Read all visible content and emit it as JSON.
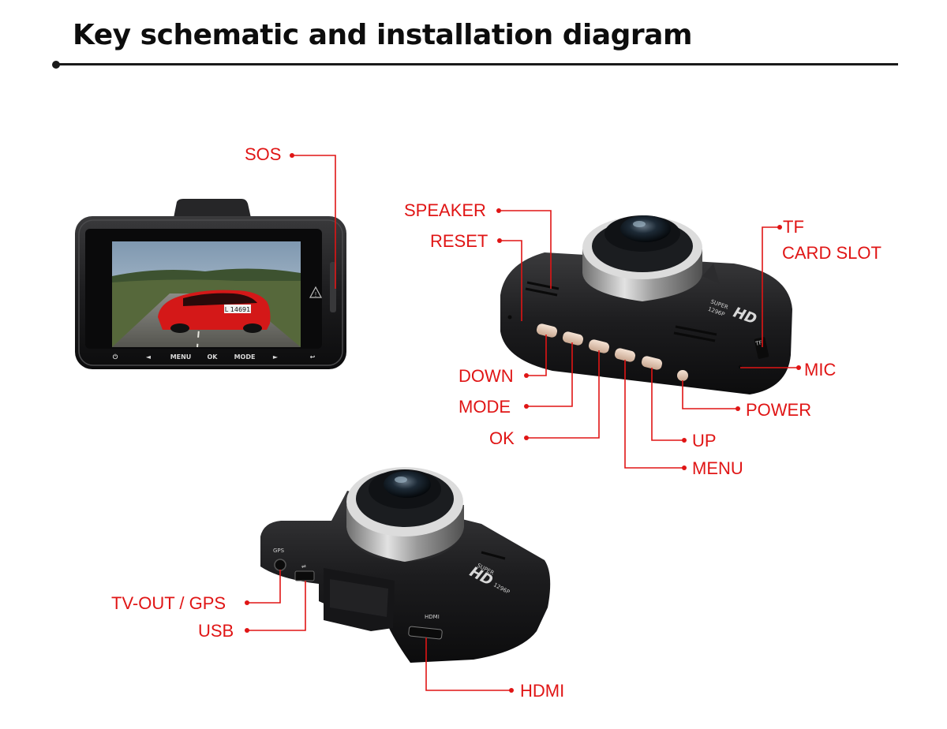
{
  "title": "Key schematic and installation diagram",
  "callouts": {
    "sos": "SOS",
    "speaker": "SPEAKER",
    "reset": "RESET",
    "tf_line1": "TF",
    "tf_line2": "CARD SLOT",
    "mic": "MIC",
    "down": "DOWN",
    "mode": "MODE",
    "ok": "OK",
    "power": "POWER",
    "up": "UP",
    "menu": "MENU",
    "tvout_gps": "TV-OUT / GPS",
    "usb": "USB",
    "hdmi": "HDMI"
  },
  "device_text": {
    "front_buttons": [
      "MENU",
      "OK",
      "MODE"
    ],
    "plate": "L 14691",
    "badge_super": "SUPER",
    "badge_hd": "HD",
    "badge_res": "1296P",
    "port_gps": "GPS",
    "port_hdmi": "HDMI",
    "port_tf": "TF"
  },
  "colors": {
    "callout": "#e01515",
    "device_body": "#1c1c1e",
    "lens_ring": "#b5b5b5"
  }
}
